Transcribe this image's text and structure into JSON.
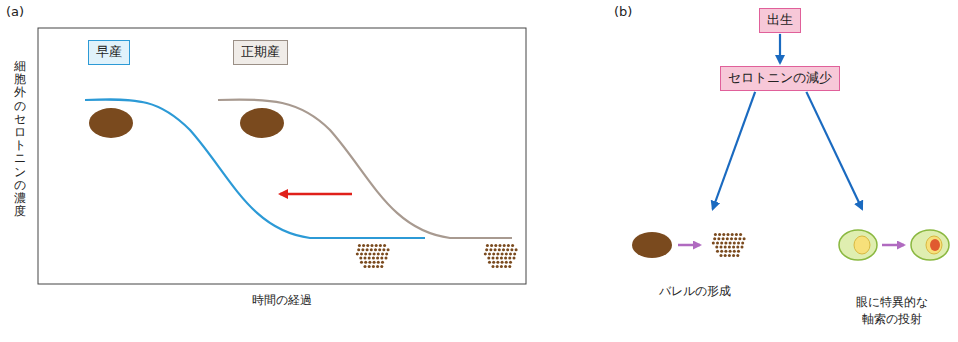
{
  "diagram": {
    "nodes": [
      {
        "text": [
          "早産"
        ]
      },
      {
        "text": [
          "正期産"
        ]
      },
      {
        "text": [
          "出生"
        ]
      },
      {
        "text": [
          "セロトニンの減少"
        ]
      },
      {
        "text": [
          "バレルの形成"
        ]
      },
      {
        "text": [
          "眼に特異的な 軸索の投射"
        ]
      }
    ],
    "edges": [
      {
        "from": 2,
        "to": 3,
        "arrow": "to"
      },
      {
        "from": 3,
        "to": 4,
        "arrow": "to"
      },
      {
        "from": 3,
        "to": 5,
        "arrow": "to"
      }
    ],
    "labels": [
      "(a)",
      "(b)",
      "細胞外のセロトニンの濃度",
      "時間の経過"
    ]
  }
}
